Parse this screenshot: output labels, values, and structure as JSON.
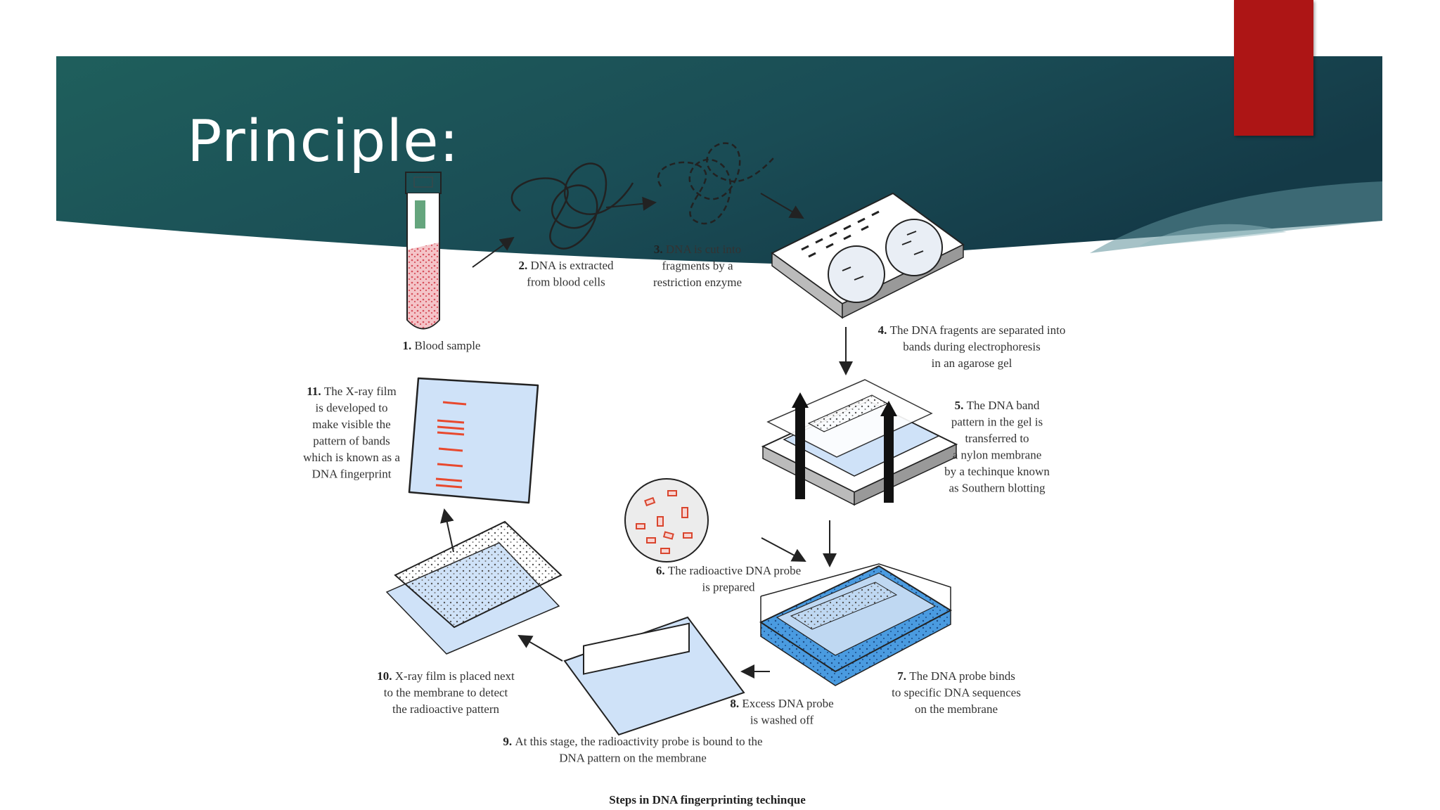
{
  "slide": {
    "title": "Principle:",
    "colors": {
      "banner_start": "#1d5a58",
      "banner_end": "#163d4c",
      "accent_tab": "#ad1515",
      "band_red": "#e8492e",
      "probe_blue": "#3d8fd6",
      "membrane_blue": "#cfe2f8"
    }
  },
  "diagram": {
    "caption": "Steps in DNA fingerprinting techinque",
    "steps": [
      {
        "num": "1.",
        "lines": [
          "Blood sample"
        ]
      },
      {
        "num": "2.",
        "lines": [
          "DNA is extracted",
          "from blood cells"
        ]
      },
      {
        "num": "3.",
        "lines": [
          "DNA is cut into",
          "fragments by a",
          "restriction enzyme"
        ]
      },
      {
        "num": "4.",
        "lines": [
          "The DNA fragents are separated into",
          "bands during electrophoresis",
          "in an agarose gel"
        ]
      },
      {
        "num": "5.",
        "lines": [
          "The DNA band",
          "pattern in the gel is",
          "transferred to",
          "a nylon membrane",
          "by a techinque known",
          "as Southern blotting"
        ]
      },
      {
        "num": "6.",
        "lines": [
          "The radioactive DNA probe",
          "is prepared"
        ]
      },
      {
        "num": "7.",
        "lines": [
          "The DNA probe binds",
          "to specific DNA sequences",
          "on the membrane"
        ]
      },
      {
        "num": "8.",
        "lines": [
          "Excess DNA probe",
          "is washed off"
        ]
      },
      {
        "num": "9.",
        "lines": [
          "At this stage, the radioactivity probe is bound to the",
          "DNA pattern on the membrane"
        ]
      },
      {
        "num": "10.",
        "lines": [
          "X-ray film is placed next",
          "to the membrane to detect",
          "the radioactive pattern"
        ]
      },
      {
        "num": "11.",
        "lines": [
          "The X-ray film",
          "is developed to",
          "make visible the",
          "pattern of bands",
          "which is known as a",
          "DNA fingerprint"
        ]
      }
    ]
  }
}
